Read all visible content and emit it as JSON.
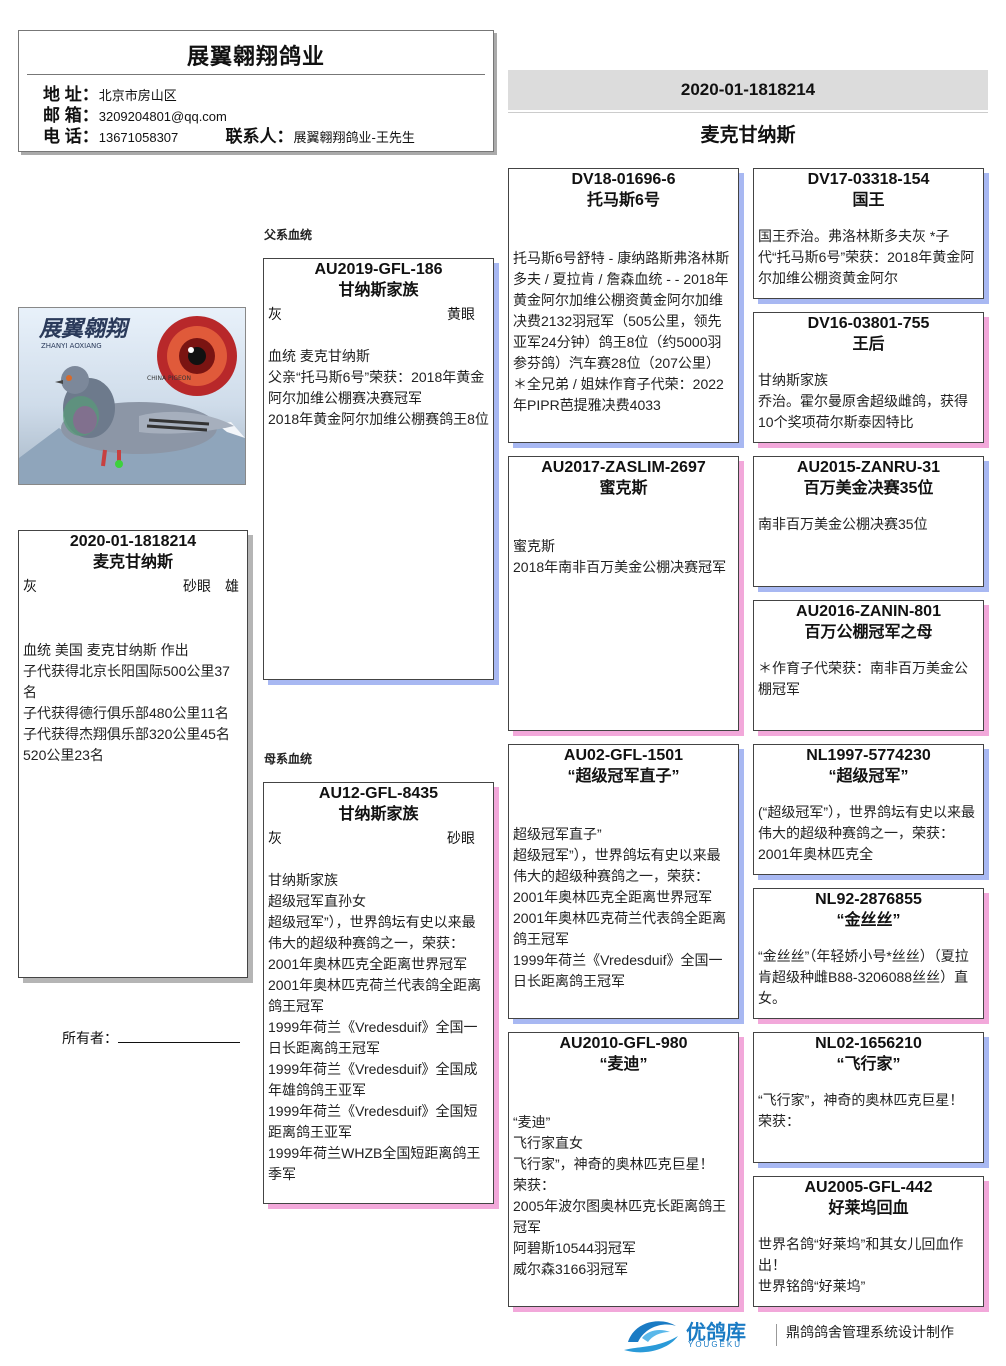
{
  "header": {
    "title": "展翼翱翔鸽业",
    "address_label": "地 址：",
    "address": "北京市房山区",
    "email_label": "邮 箱：",
    "email": "3209204801@qq.com",
    "phone_label": "电 话：",
    "phone": "13671058307",
    "contact_label": "联系人：",
    "contact": "展翼翱翔鸽业-王先生"
  },
  "pigeon": {
    "ring": "2020-01-1818214",
    "name": "麦克甘纳斯",
    "color": "灰",
    "eye_sex": "砂眼　雄",
    "body": "血统 美国 麦克甘纳斯 作出\n子代获得北京长阳国际500公里37名\n子代获得德行俱乐部480公里11名\n子代获得杰翔俱乐部320公里45名 520公里23名"
  },
  "labels": {
    "sire_line": "父系血统",
    "dam_line": "母系血统",
    "owner": "所有者："
  },
  "sire": {
    "ring": "AU2019-GFL-186",
    "name": "甘纳斯家族",
    "color": "灰",
    "eye": "黄眼",
    "body": "血统 麦克甘纳斯\n父亲“托马斯6号”荣获：2018年黄金阿尔加维公棚赛决赛冠军\n2018年黄金阿尔加维公棚赛鸽王8位"
  },
  "dam": {
    "ring": "AU12-GFL-8435",
    "name": "甘纳斯家族",
    "color": "灰",
    "eye": "砂眼",
    "body": "甘纳斯家族\n超级冠军直孙女\n超级冠军”），世界鸽坛有史以来最伟大的超级种赛鸽之一，荣获： 2001年奥林匹克全距离世界冠军\n2001年奥林匹克荷兰代表鸽全距离鸽王冠军\n1999年荷兰《Vredesduif》全国一日长距离鸽王冠军\n1999年荷兰《Vredesduif》全国成年雄鸽鸽王亚军\n1999年荷兰《Vredesduif》全国短距离鸽王亚军\n1999年荷兰WHZB全国短距离鸽王季军"
  },
  "gen3": [
    {
      "ring": "DV18-01696-6",
      "name": "托马斯6号",
      "body": "托马斯6号舒特 - 康纳路斯弗洛林斯多夫 / 夏拉肯 / 詹森血统 - - 2018年黄金阿尔加维公棚资黄金阿尔加维决费2132羽冠军（505公里，领先亚军24分钟）鸽王8位（约5000羽参芬鸽）汽车赛28位（207公里）\n＊全兄弟 / 姐妹作育子代荣：2022年PIPR芭提雅决费4033"
    },
    {
      "ring": "AU2017-ZASLIM-2697",
      "name": "蜜克斯",
      "body": "蜜克斯\n2018年南非百万美金公棚决赛冠军"
    },
    {
      "ring": "AU02-GFL-1501",
      "name": "“超级冠军直子”",
      "body": "超级冠军直子”\n超级冠军”），世界鸽坛有史以来最伟大的超级种赛鸽之一，荣获： 2001年奥林匹克全距离世界冠军\n2001年奥林匹克荷兰代表鸽全距离鸽王冠军\n1999年荷兰《Vredesduif》全国一日长距离鸽王冠军"
    },
    {
      "ring": "AU2010-GFL-980",
      "name": "“麦迪”",
      "body": "“麦迪”\n飞行家直女\n飞行家”，神奇的奥林匹克巨星！\n荣获：\n2005年波尔图奥林匹克长距离鸽王冠军\n阿碧斯10544羽冠军\n威尔森3166羽冠军"
    }
  ],
  "gen4": [
    {
      "ring": "DV17-03318-154",
      "name": "国王",
      "body": "国王乔治。弗洛林斯多夫灰 *子代“托马斯6号”荣获：2018年黄金阿尔加维公棚资黄金阿尔"
    },
    {
      "ring": "DV16-03801-755",
      "name": "王后",
      "body": "甘纳斯家族\n乔治。霍尔曼原舍超级雌鸽，获得10个奖项荷尔斯泰因特比"
    },
    {
      "ring": "AU2015-ZANRU-31",
      "name": "百万美金决赛35位",
      "body": "南非百万美金公棚决赛35位"
    },
    {
      "ring": "AU2016-ZANIN-801",
      "name": "百万公棚冠军之母",
      "body": "＊作育子代荣获：南非百万美金公棚冠军"
    },
    {
      "ring": "NL1997-5774230",
      "name": "“超级冠军”",
      "body": "(“超级冠军”），世界鸽坛有史以来最伟大的超级种赛鸽之一，荣获： 2001年奥林匹克全"
    },
    {
      "ring": "NL92-2876855",
      "name": "“金丝丝”",
      "body": "“金丝丝”（年轻娇小号*丝丝）（夏拉肯超级种雌B88-3206088丝丝）直女。"
    },
    {
      "ring": "NL02-1656210",
      "name": "“飞行家”",
      "body": "“飞行家”，神奇的奥林匹克巨星！\n荣获："
    },
    {
      "ring": "AU2005-GFL-442",
      "name": "好莱坞回血",
      "body": "世界名鸽“好莱坞”和其女儿回血作出！\n世界铭鸽“好莱坞”"
    }
  ],
  "photo": {
    "logo_text": "展翼翱翔",
    "sub_text": "ZHANYI AOXIANG",
    "small_text": "CHINA PIGEON"
  },
  "footer": {
    "brand": "优鸽库",
    "brand_en": "YOUGEKU",
    "credit": "鼎鸽鸽舍管理系统设计制作"
  },
  "colors": {
    "sire_shadow": "#a8b8f2",
    "dam_shadow": "#f2a8da",
    "brand_blue": "#1a7bc4"
  }
}
